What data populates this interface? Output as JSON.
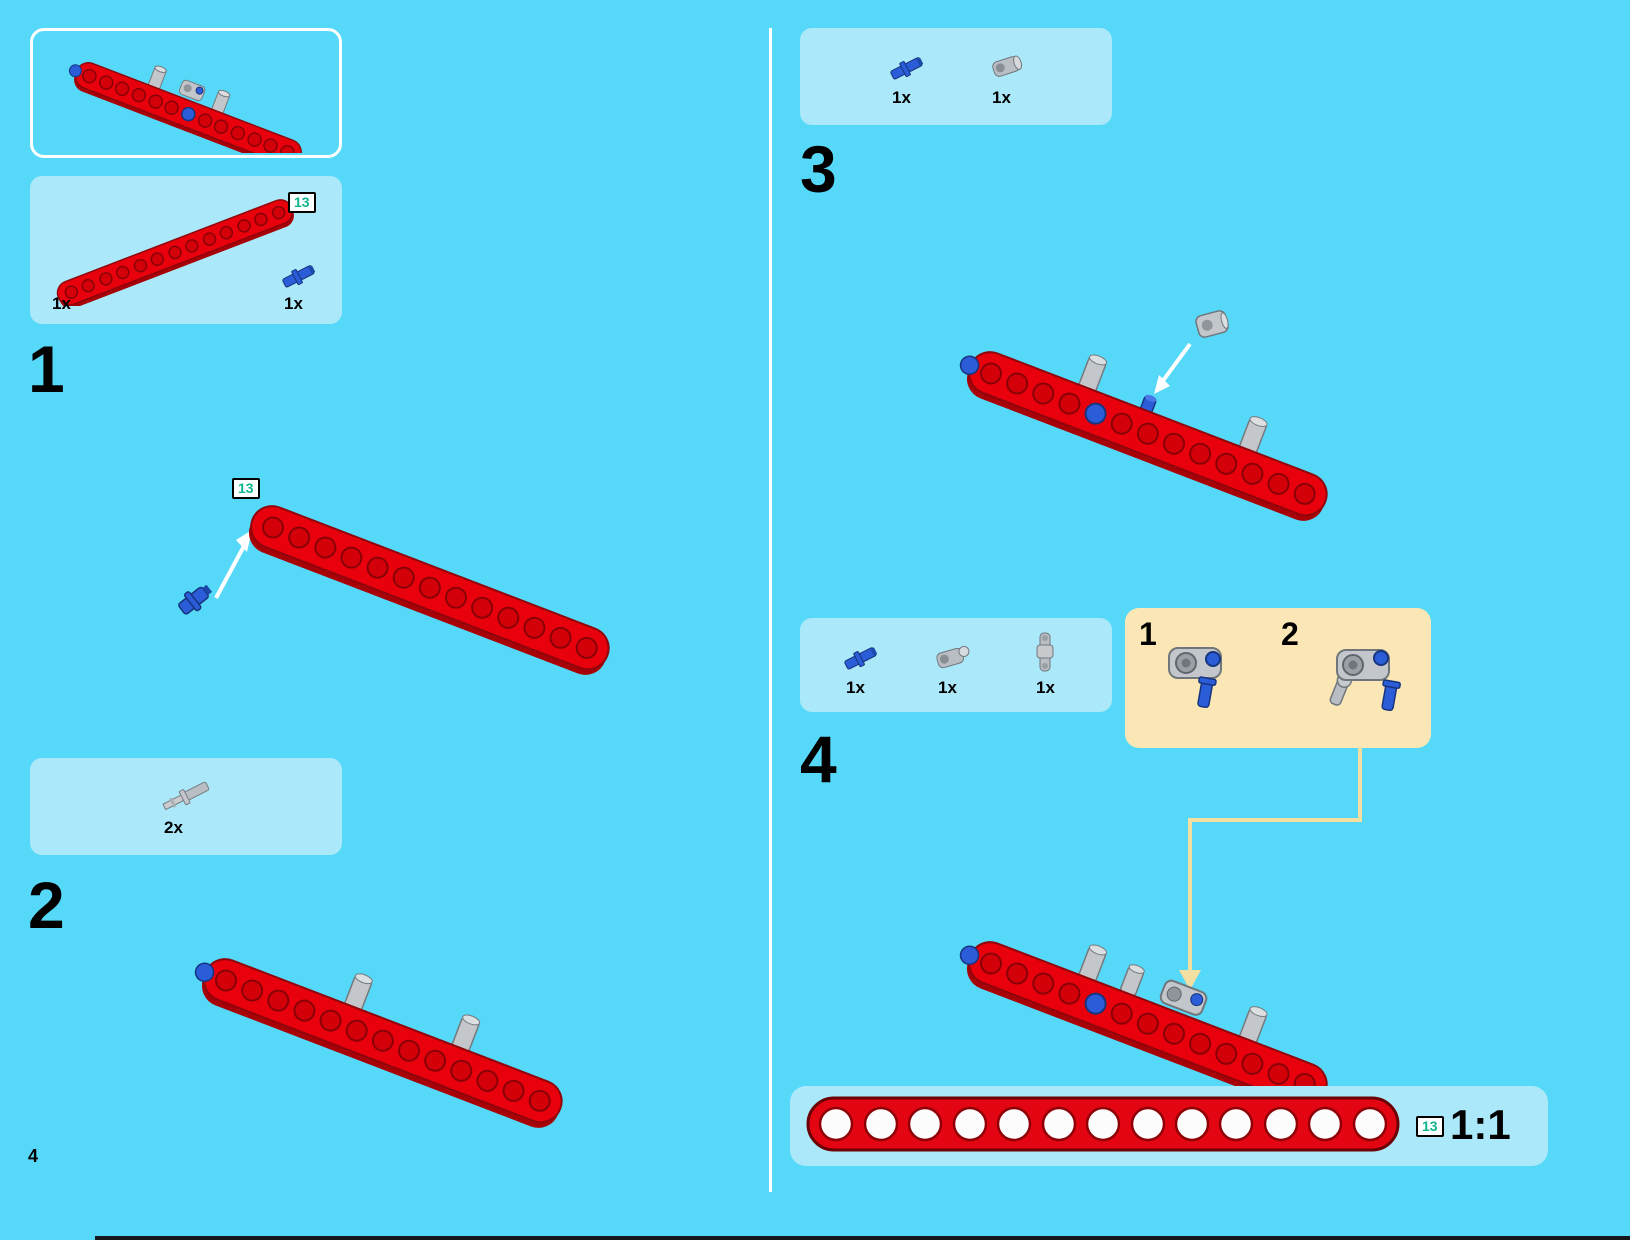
{
  "page": {
    "number": "4"
  },
  "colors": {
    "background": "#56d9f8",
    "panel": "#abe8fa",
    "callout": "#fae7b5",
    "beam_red": "#e8000c",
    "pin_blue": "#2b5dd8",
    "part_gray": "#b9bec4",
    "badge_text": "#0fb48e"
  },
  "steps": {
    "s1": {
      "number": "1",
      "badge": "13",
      "illustration_badge": "13",
      "parts": [
        {
          "qty": "1x",
          "name": "beam-13-red"
        },
        {
          "qty": "1x",
          "name": "pin-blue"
        }
      ]
    },
    "s2": {
      "number": "2",
      "parts": [
        {
          "qty": "2x",
          "name": "axle-pin-gray"
        }
      ]
    },
    "s3": {
      "number": "3",
      "parts": [
        {
          "qty": "1x",
          "name": "pin-long-blue"
        },
        {
          "qty": "1x",
          "name": "connector-gray"
        }
      ]
    },
    "s4": {
      "number": "4",
      "parts": [
        {
          "qty": "1x",
          "name": "pin-long-blue"
        },
        {
          "qty": "1x",
          "name": "ball-connector-gray"
        },
        {
          "qty": "1x",
          "name": "cross-block-gray"
        }
      ],
      "callout": {
        "sub1": "1",
        "sub2": "2"
      }
    }
  },
  "ruler": {
    "badge": "13",
    "label": "1:1",
    "holes": 13
  }
}
